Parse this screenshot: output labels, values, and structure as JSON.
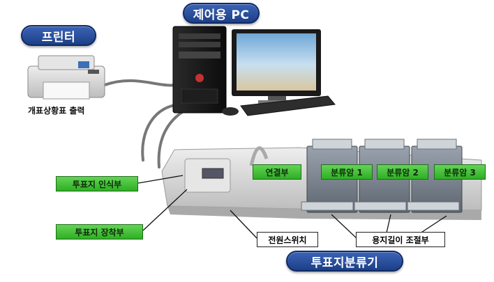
{
  "titles": {
    "pc": "제어용 PC",
    "printer": "프린터",
    "sorter": "투표지분류기"
  },
  "captions": {
    "printer_output": "개표상황표 출력"
  },
  "labels": {
    "recognition": "투표지 인식부",
    "loading": "투표지 장착부",
    "connection": "연결부",
    "arm1": "분류암 1",
    "arm2": "분류암 2",
    "arm3": "분류암 3",
    "power": "전원스위치",
    "length_adjust": "용지길이 조절부"
  },
  "colors": {
    "pill_blue": "#1c3f86",
    "label_green": "#2fae25",
    "device_grey": "#d9d9d9"
  }
}
